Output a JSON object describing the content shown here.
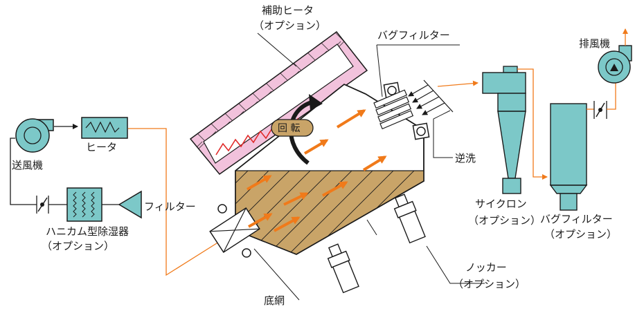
{
  "labels": {
    "aux_heater": "補助ヒータ",
    "aux_heater_opt": "（オプション）",
    "bag_filter_top": "バグフィルター",
    "exhaust_fan": "排風機",
    "rotation": "回 転",
    "backwash": "逆洗",
    "blower": "送風機",
    "heater": "ヒータ",
    "filter": "フィルター",
    "honeycomb": "ハニカム型除湿器",
    "honeycomb_opt": "（オプション）",
    "cyclone": "サイクロン",
    "cyclone_opt": "（オプション）",
    "bag_filter_right": "バグフィルター",
    "bag_filter_right_opt": "（オプション）",
    "knocker": "ノッカー",
    "knocker_opt": "（オプション）",
    "bottom_mesh": "底網"
  },
  "colors": {
    "equipment_fill": "#7cc8c8",
    "heater_fill": "#f2c2dc",
    "material_fill": "#c9a468",
    "airflow_orange": "#f07a1a",
    "heater_coil_red": "#e02828",
    "outline": "#1a1a1a"
  }
}
